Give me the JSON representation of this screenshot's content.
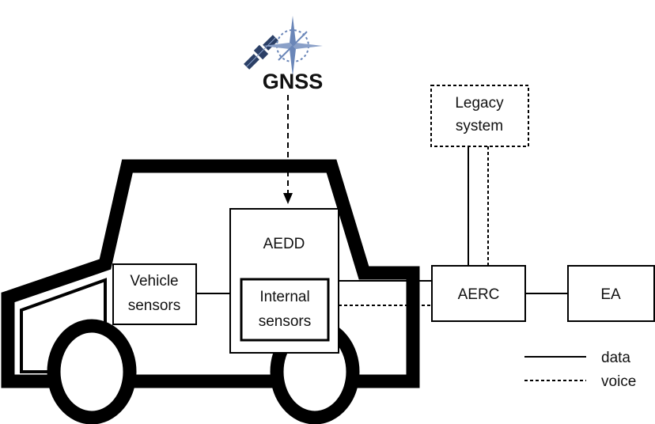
{
  "gnss": {
    "label": "GNSS",
    "icons": [
      "satellite-icon",
      "compass-rose-icon"
    ]
  },
  "legacy_system": {
    "line1": "Legacy",
    "line2": "system"
  },
  "aedd": {
    "label": "AEDD"
  },
  "internal_sensors": {
    "line1": "Internal",
    "line2": "sensors"
  },
  "vehicle_sensors": {
    "line1": "Vehicle",
    "line2": "sensors"
  },
  "aerc": {
    "label": "AERC"
  },
  "ea": {
    "label": "EA"
  },
  "legend": {
    "data": "data",
    "voice": "voice"
  },
  "colors": {
    "stroke": "#000000",
    "compass": "#6a86b8",
    "satellite": "#2b3f66"
  }
}
